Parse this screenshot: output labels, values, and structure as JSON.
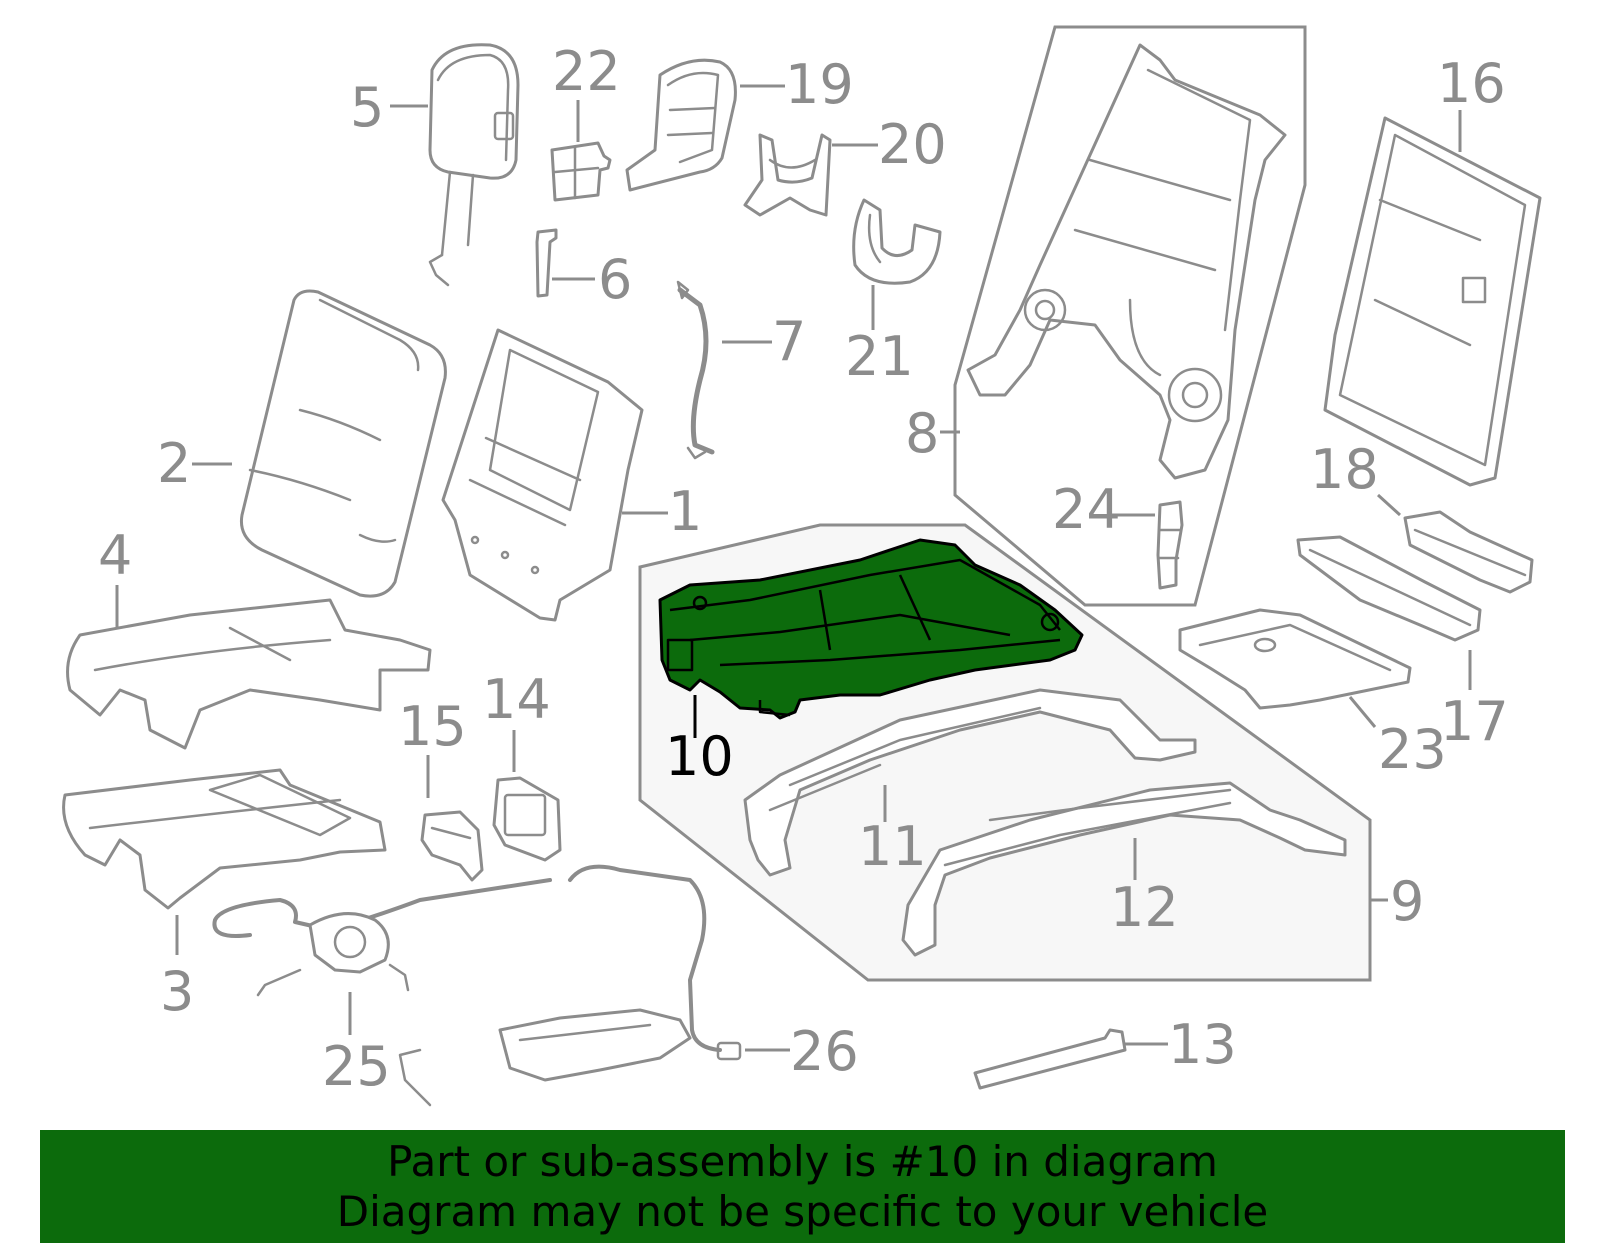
{
  "callouts": {
    "c1": "1",
    "c2": "2",
    "c3": "3",
    "c4": "4",
    "c5": "5",
    "c6": "6",
    "c7": "7",
    "c8": "8",
    "c9": "9",
    "c10": "10",
    "c11": "11",
    "c12": "12",
    "c13": "13",
    "c14": "14",
    "c15": "15",
    "c16": "16",
    "c17": "17",
    "c18": "18",
    "c19": "19",
    "c20": "20",
    "c21": "21",
    "c22": "22",
    "c23": "23",
    "c24": "24",
    "c25": "25",
    "c26": "26"
  },
  "highlighted_part": "10",
  "banner": {
    "line1": "Part or sub-assembly is #10 in diagram",
    "line2": "Diagram may not be specific to your vehicle"
  },
  "colors": {
    "highlight": "#0c6b0c",
    "banner_bg": "#0c6b0c",
    "line_gray": "#8c8c8c"
  }
}
